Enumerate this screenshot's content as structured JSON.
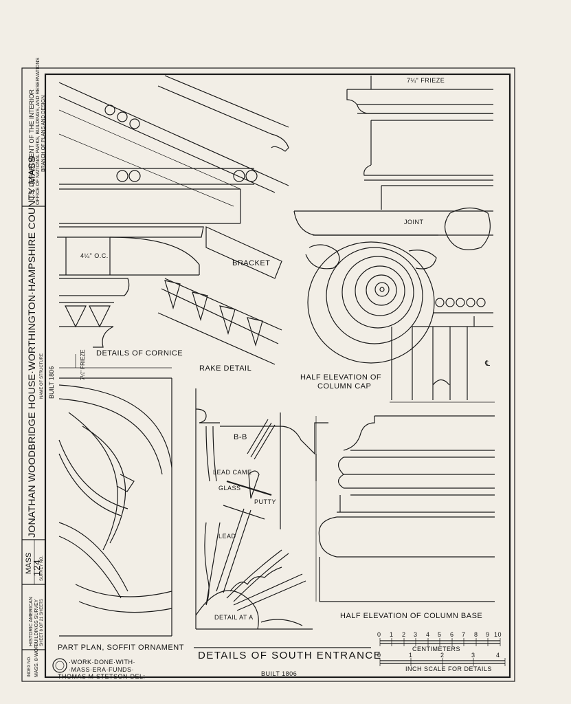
{
  "title_block": {
    "agency_line1": "U.S. DEPARTMENT OF THE INTERIOR",
    "agency_line2": "OFFICE OF NATIONAL PARKS, BUILDINGS, AND RESERVATIONS",
    "agency_line3": "BRANCH OF PLANS AND DESIGN",
    "structure_name": "JONATHAN WOODBRIDGE HOUSE·WORTHINGTON·HAMPSHIRE COUNTY·MASS",
    "name_caption": "NAME OF STRUCTURE",
    "built": "BUILT 1806",
    "survey_caption": "SURVEY NO.",
    "survey_state": "MASS",
    "survey_number": "124",
    "habs_line1": "HISTORIC AMERICAN",
    "habs_line2": "BUILDINGS SURVEY",
    "sheet_info": "SHEET 8 OF 21 SHEETS",
    "index_caption": "INDEX NO.",
    "index_value": "MASS. 8-WOR"
  },
  "labels": {
    "frieze_top": "7¼\" FRIEZE",
    "joint": "JOINT",
    "oc": "4¼\" O.C.",
    "bracket": "BRACKET",
    "details_of_cornice": "DETAILS OF CORNICE",
    "frieze_side": "7¼\" FRIEZE",
    "rake_detail": "RAKE DETAIL",
    "half_elevation_cap_1": "HALF ELEVATION OF",
    "half_elevation_cap_2": "COLUMN CAP",
    "centerline": "℄",
    "bb": "B-B",
    "lead_came": "LEAD CAME",
    "glass": "GLASS",
    "putty": "PUTTY",
    "lead": "LEAD",
    "detail_at_a": "DETAIL AT A",
    "half_elevation_base": "HALF ELEVATION OF COLUMN BASE",
    "part_plan": "PART PLAN, SOFFIT ORNAMENT",
    "main_title": "DETAILS OF SOUTH ENTRANCE",
    "built_bottom": "BUILT 1806",
    "wpa_line1": "·WORK·DONE·WITH·",
    "wpa_line2": "·MASS·ERA·FUNDS·",
    "delineator": "THOMAS M·STETSON·DEL:"
  },
  "scales": {
    "cm_numbers": [
      "0",
      "1",
      "2",
      "3",
      "4",
      "5",
      "6",
      "7",
      "8",
      "9",
      "10"
    ],
    "cm_label": "CENTIMETERS",
    "inch_numbers": [
      "0",
      "1",
      "2",
      "3",
      "4"
    ],
    "inch_label": "INCH SCALE FOR DETAILS"
  }
}
